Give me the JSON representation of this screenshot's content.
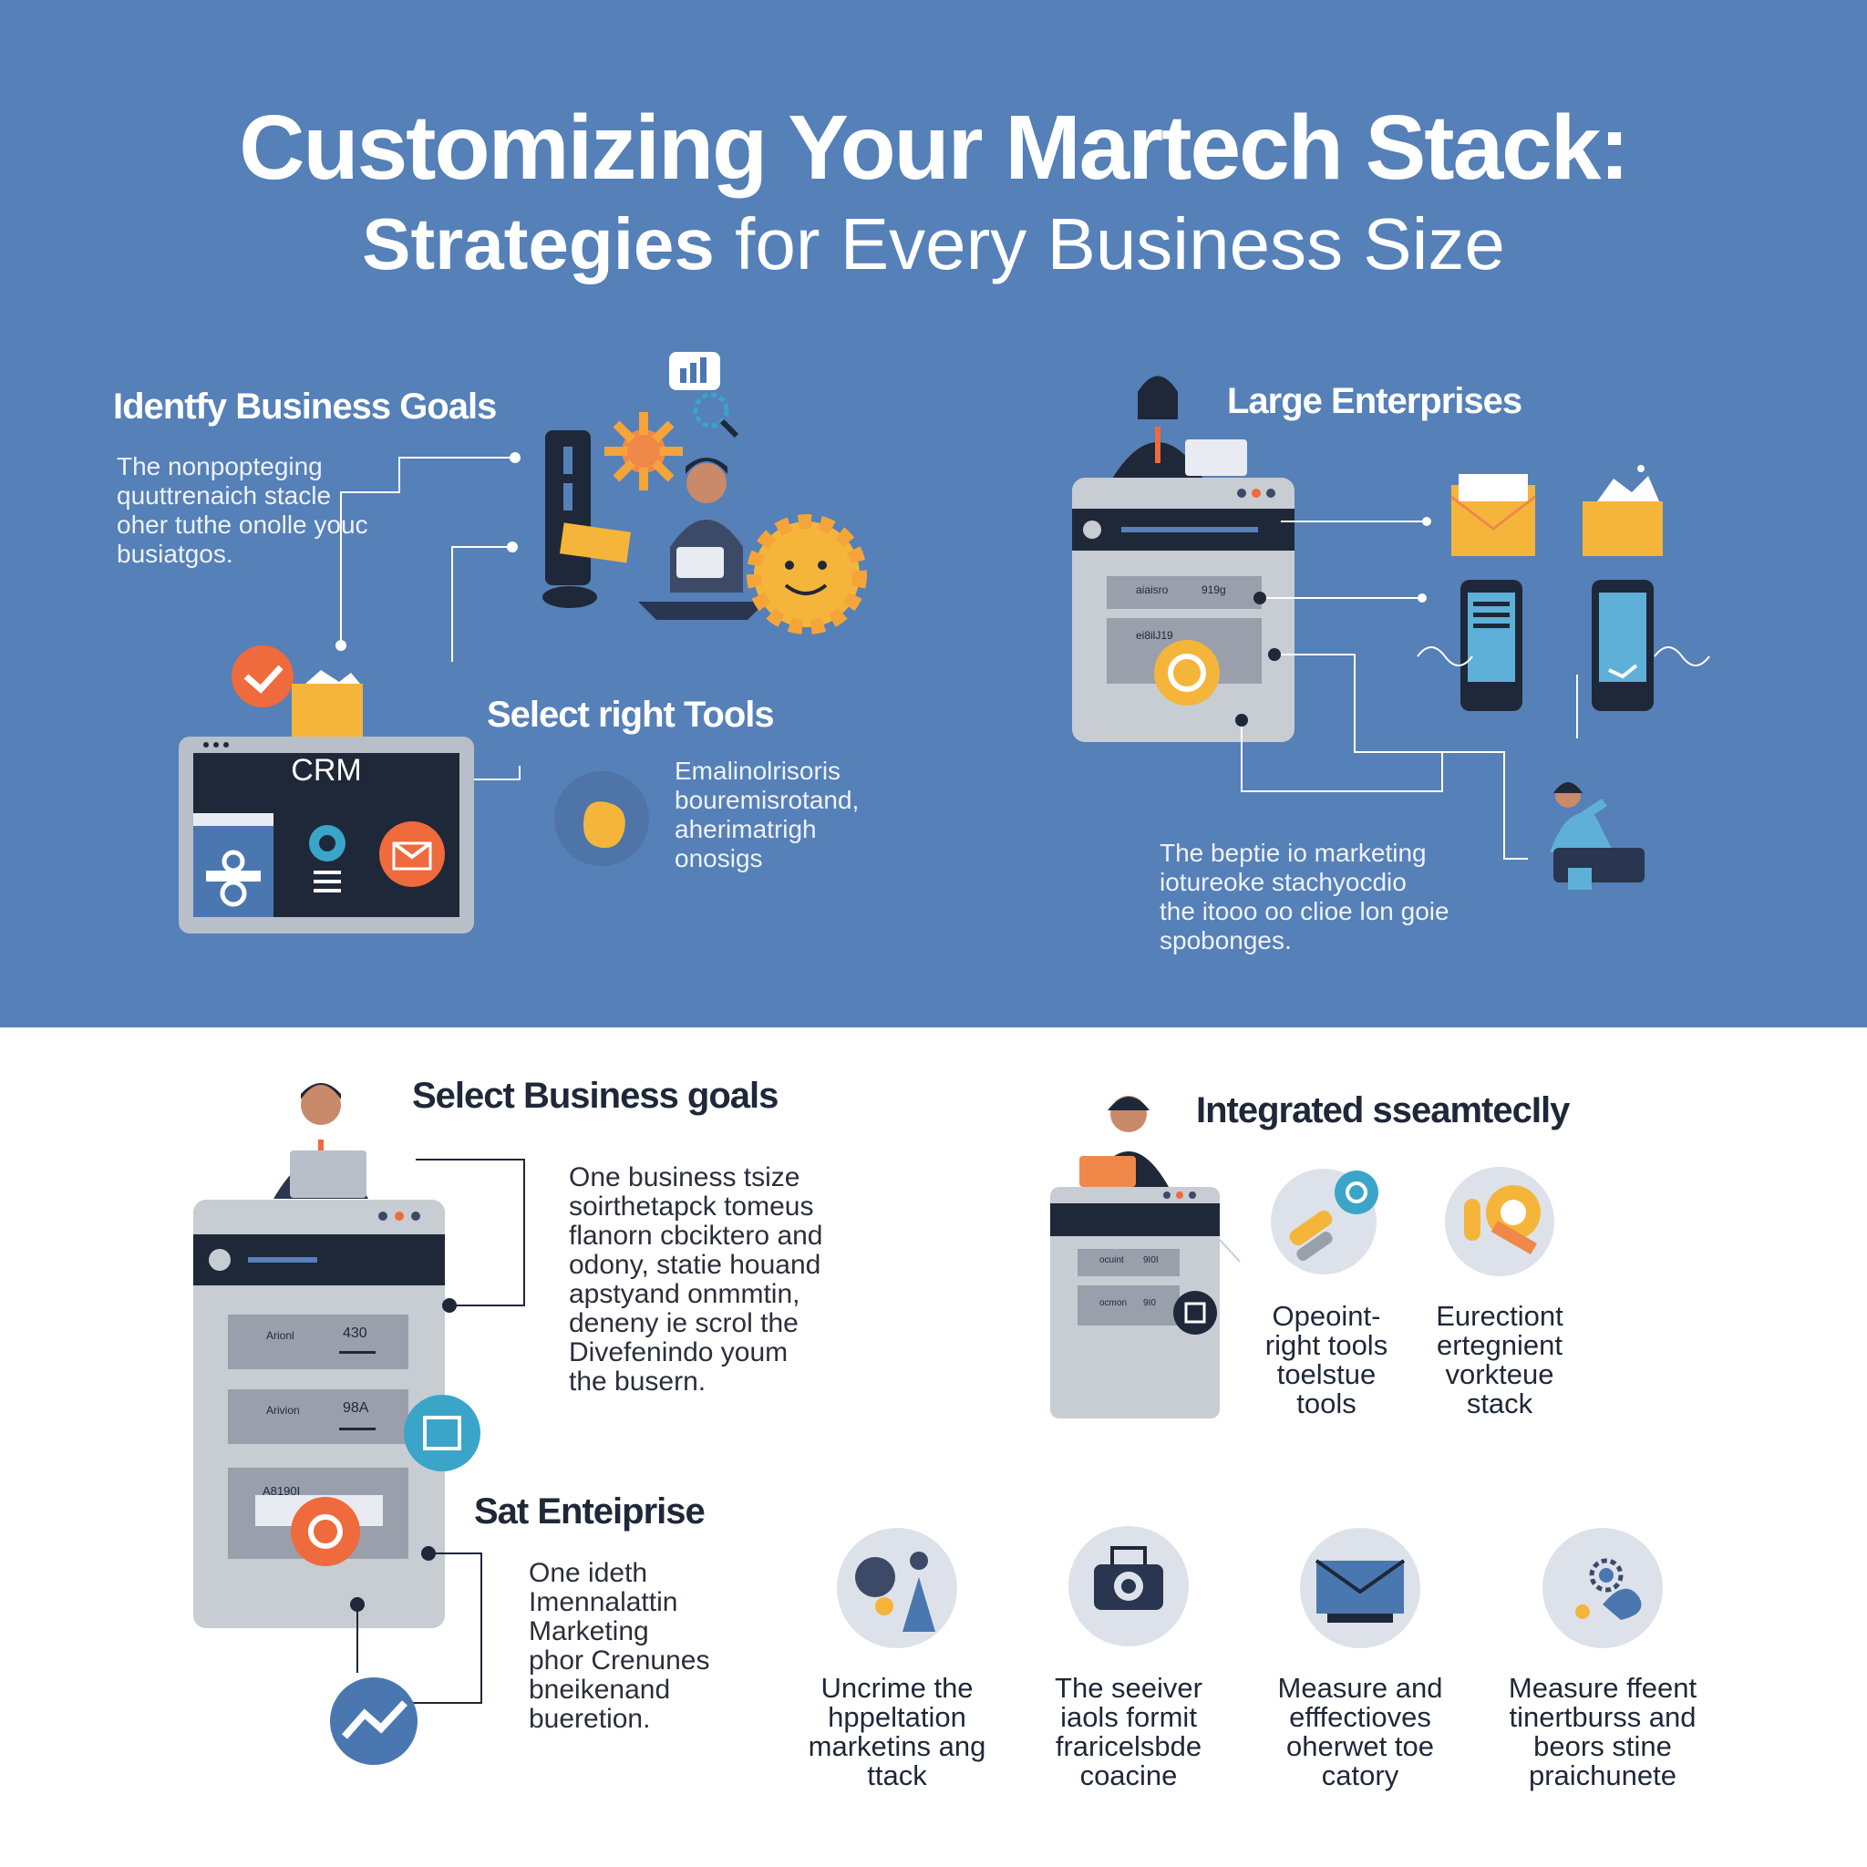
{
  "title": "Customizing Your Martech Stack:",
  "subtitle": {
    "bold": "Strategies",
    "rest": " for Every Business Size"
  },
  "top": {
    "goals": {
      "heading": "Identfy Business Goals",
      "text": [
        "The nonpopteging",
        "quuttrenaich stacle",
        "oher tuthe onolle youc",
        "busiatgos."
      ]
    },
    "crm_label": "CRM",
    "tools": {
      "heading": "Select right Tools",
      "text": [
        "Emalinolrisoris",
        "bouremisrotand,",
        "aherimatrigh",
        "onosigs"
      ]
    },
    "enterprise": {
      "heading": "Large Enterprises",
      "text": [
        "The beptie io marketing",
        "iotureoke stachyocdio",
        "the itooo oo clioe lon goie",
        "spobonges."
      ],
      "panel_rows": [
        [
          "aiaisro",
          "919g"
        ],
        [
          "ei8ilJ19",
          ""
        ]
      ]
    }
  },
  "bottom": {
    "business": {
      "heading": "Select Business goals",
      "text": [
        "One business tsize",
        "soirthetapck tomeus",
        "flanorn cbciktero and",
        "odony, statie houand",
        "apstyand onmmtin,",
        "deneny ie scrol the",
        "Divefenindo youm",
        "the busern."
      ],
      "panel_rows": [
        [
          "Arionl",
          "430"
        ],
        [
          "Arivion",
          "98A"
        ],
        [
          "A8190I",
          ""
        ]
      ]
    },
    "sat": {
      "heading": "Sat Enteiprise",
      "text": [
        "One ideth",
        "Imennalattin",
        "Marketing",
        "phor Crenunes",
        "bneikenand",
        "bueretion."
      ]
    },
    "integrated": {
      "heading": "Integrated  sseamtecIly",
      "panel_rows": [
        [
          "ocuint",
          "9I0I"
        ],
        [
          "ocmon",
          "9I0"
        ]
      ],
      "items": [
        {
          "icon": "tools-icon",
          "caption": [
            "Opeoint-",
            "right tools",
            "toelstue",
            "tools"
          ]
        },
        {
          "icon": "integration-icon",
          "caption": [
            "Eurectiont",
            "ertegnient",
            "vorkteue",
            "stack"
          ]
        }
      ]
    },
    "features": [
      {
        "icon": "team-icon",
        "caption": [
          "Uncrime the",
          "hppeltation",
          "marketins ang",
          "ttack"
        ]
      },
      {
        "icon": "printer-icon",
        "caption": [
          "The seeiver",
          "iaols formit",
          "fraricelsbde",
          "coacine"
        ]
      },
      {
        "icon": "email-icon",
        "caption": [
          "Measure and",
          "efffectioves",
          "oherwet toe",
          "catory"
        ]
      },
      {
        "icon": "gear-settings-icon",
        "caption": [
          "Measure ffeent",
          "tinertburss and",
          "beors stine",
          "praichunete"
        ]
      }
    ]
  },
  "colors": {
    "header_bg": "#5580b8",
    "accent_orange": "#f0884a",
    "accent_yellow": "#f5b53a",
    "dark_navy": "#1f2838",
    "panel_gray": "#c8ccd3",
    "teal": "#3aa5c8"
  }
}
